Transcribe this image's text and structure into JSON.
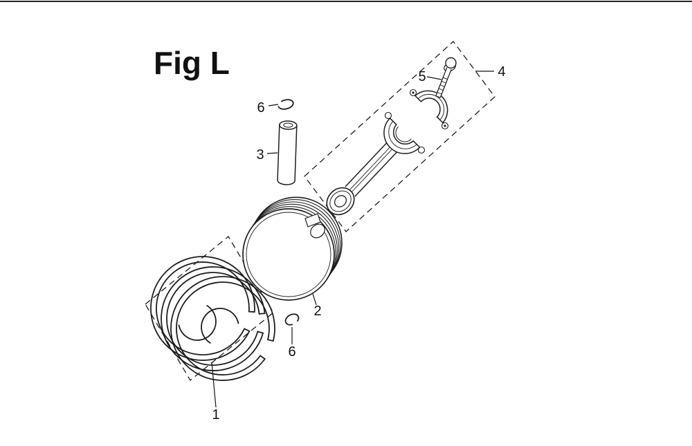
{
  "figure": {
    "title": "Fig L"
  },
  "callouts": {
    "ring_set": "1",
    "piston": "2",
    "piston_pin": "3",
    "connecting_rod": "4",
    "rod_bolt": "5",
    "pin_clip_top": "6",
    "pin_clip_bottom": "6"
  },
  "colors": {
    "line_art": "#1d1d1d",
    "background": "#ffffff"
  }
}
